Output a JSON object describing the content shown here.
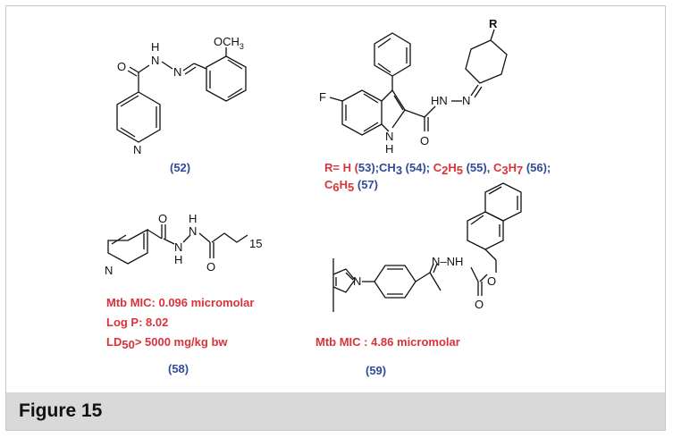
{
  "figure": {
    "caption": "Figure 15"
  },
  "compound_52": {
    "label": "(52)",
    "atoms": {
      "o": "O",
      "h": "H",
      "n1": "N",
      "n2": "N",
      "och3": "OCH",
      "och3_sub": "3",
      "n_ring": "N"
    }
  },
  "compound_53_57": {
    "atoms": {
      "f": "F",
      "hn": "HN",
      "n": "N",
      "o": "O",
      "nh_n": "N",
      "nh_h": "H",
      "r": "R"
    },
    "line1": {
      "p1": "R= H (",
      "p2": "53",
      "p3": ");CH",
      "p3_sub": "3",
      "p4": " (54); ",
      "p5": "C",
      "p5_sub": "2",
      "p6": "H",
      "p6_sub": "5",
      "p7": " (55), ",
      "p8": "C",
      "p8_sub": "3",
      "p9": "H",
      "p9_sub": "7",
      "p10": " (56);"
    },
    "line2": {
      "p1": "C",
      "p1_sub": "6",
      "p2": "H",
      "p2_sub": "5",
      "p3": " (57)"
    }
  },
  "compound_58": {
    "label": "(58)",
    "atoms": {
      "o1": "O",
      "h1": "H",
      "n1": "N",
      "n2": "N",
      "h2": "H",
      "o2": "O",
      "n_ring": "N",
      "chain": "15"
    },
    "props": {
      "mic": "Mtb MIC: 0.096 micromolar",
      "logp": "Log P: 8.02",
      "ld_main": "LD",
      "ld_sub": "50",
      "ld_rest": "> 5000 mg/kg bw"
    }
  },
  "compound_59": {
    "label": "(59)",
    "atoms": {
      "n_pyr": "N",
      "n1": "N",
      "nh": "N–NH",
      "o1": "O",
      "o2": "O"
    },
    "props": {
      "mic": "Mtb MIC : 4.86 micromolar"
    }
  }
}
